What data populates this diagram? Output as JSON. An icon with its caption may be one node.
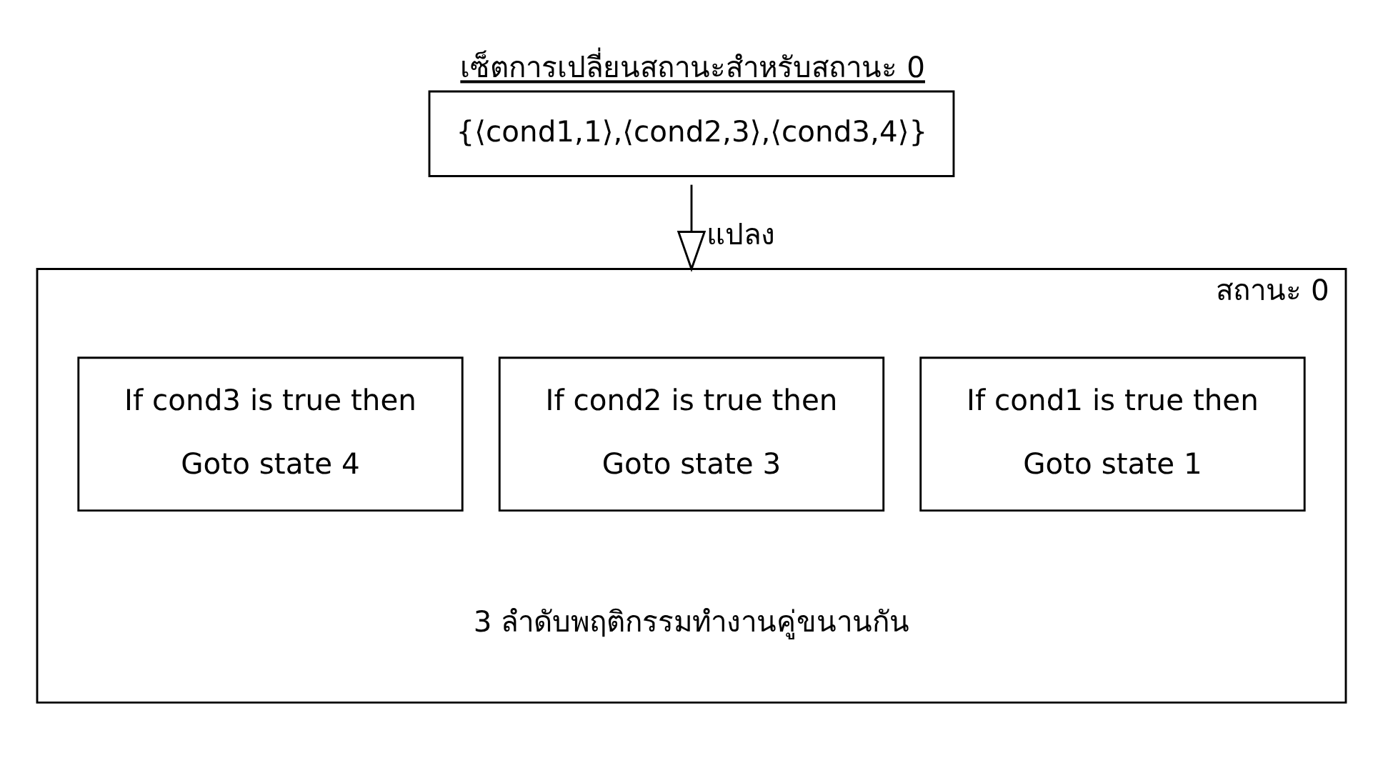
{
  "diagram": {
    "nodes": [
      {
        "text": [
          "เซ็ตการเปลี่ยนสถานะสำหรับสถานะ 0",
          "{⟨cond1,1⟩,⟨cond2,3⟩,⟨cond3,4⟩}"
        ]
      },
      {
        "text": [
          "สถานะ 0"
        ]
      },
      {
        "text": [
          "If cond1 is true then",
          "Goto state 1"
        ],
        "in": 1
      },
      {
        "text": [
          "If cond2 is true then",
          "Goto state 3"
        ],
        "in": 1
      },
      {
        "text": [
          "If cond3 is true then",
          "Goto state 4"
        ],
        "in": 1
      }
    ],
    "edges": [
      {
        "from": 0,
        "to": 1,
        "arrow": "to",
        "label": "แปลง"
      }
    ],
    "labels": [
      "3 ลำดับพฤติกรรมทำงานคู่ขนานกัน"
    ]
  }
}
